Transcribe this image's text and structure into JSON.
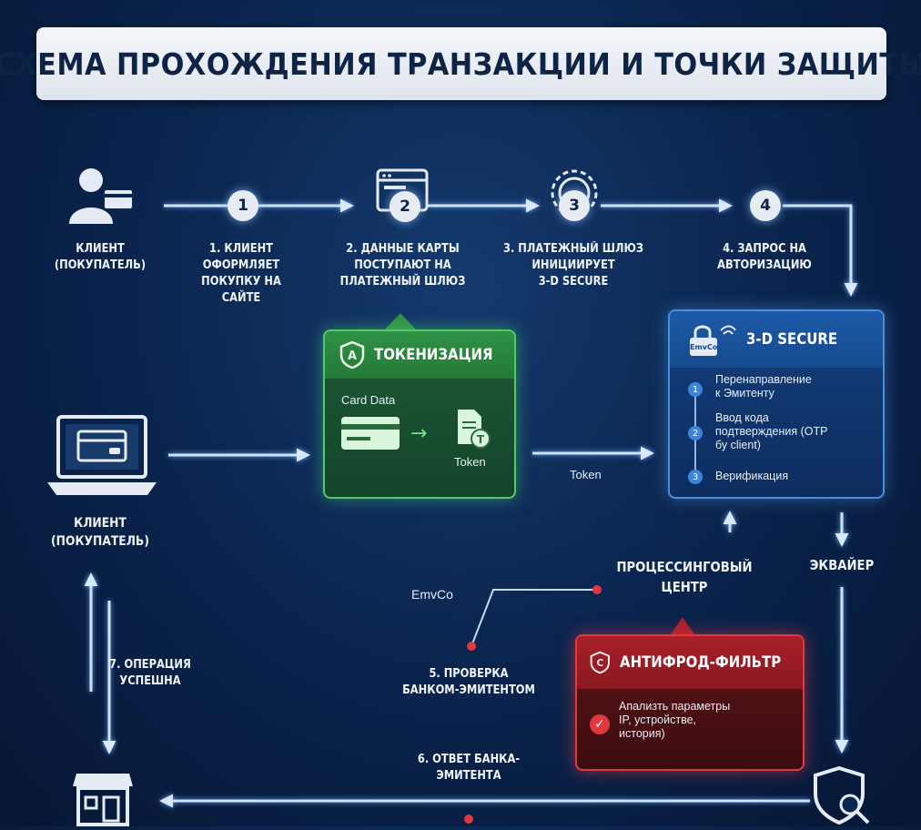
{
  "title": "СХЕМА ПРОХОЖДЕНИЯ ТРАНЗАКЦИИ И ТОЧКИ ЗАЩИТЫ",
  "nodes": {
    "client_top": "КЛИЕНТ\n(ПОКУПАТЕЛЬ)",
    "client_mid": "КЛИЕНТ\n(ПОКУПАТЕЛЬ)",
    "processing": "ПРОЦЕССИНГОВЫЙ\nЦЕНТР",
    "acquirer": "ЭКВАЙЕР",
    "emvco": "EmvCo"
  },
  "steps": [
    {
      "num": "1",
      "label": "1. КЛИЕНТ\nОФОРМЛЯЕТ\nПОКУПКУ НА\nСАЙТЕ"
    },
    {
      "num": "2",
      "label": "2. ДАННЫЕ КАРТЫ\nПОСТУПАЮТ НА\nПЛАТЕЖНЫЙ ШЛЮЗ"
    },
    {
      "num": "3",
      "label": "3. ПЛАТЕЖНЫЙ ШЛЮЗ\nИНИЦИИРУЕТ\n3-D SECURE"
    },
    {
      "num": "4",
      "label": "4. ЗАПРОС НА\nАВТОРИЗАЦИЮ"
    },
    {
      "label": "5. ПРОВЕРКА\nБАНКОМ-ЭМИТЕНТОМ"
    },
    {
      "label": "6. ОТВЕТ БАНКА-\nЭМИТЕНТА"
    },
    {
      "label": "7. ОПЕРАЦИЯ\nУСПЕШНА"
    }
  ],
  "tokenization": {
    "badge": "A",
    "title": "ТОКЕНИЗАЦИЯ",
    "card_data": "Card Data",
    "token": "Token",
    "token_badge": "T",
    "arrow_label": "Token"
  },
  "secure3d": {
    "logo": "EmvCo",
    "title": "3-D SECURE",
    "items": [
      {
        "n": "1",
        "text": "Перенаправление\nк Эмитенту"
      },
      {
        "n": "2",
        "text": "Ввод кода\nподтверждения (OTP\nбу client)"
      },
      {
        "n": "3",
        "text": "Верификация"
      }
    ]
  },
  "antifraud": {
    "badge": "C",
    "title": "АНТИФРОД-ФИЛЬТР",
    "text": "Апализть параметры\nIP, устройстве,\nистория)"
  },
  "colors": {
    "green": "#4fcc6a",
    "blue": "#4b8ed9",
    "red": "#e0393e",
    "arrow": "#cfe3ff"
  },
  "icons": [
    "user-card-icon",
    "browser-window-icon",
    "gateway-icon",
    "laptop-card-icon",
    "store-icon",
    "shield-search-icon",
    "lock-wifi-icon",
    "checkmark-icon"
  ]
}
